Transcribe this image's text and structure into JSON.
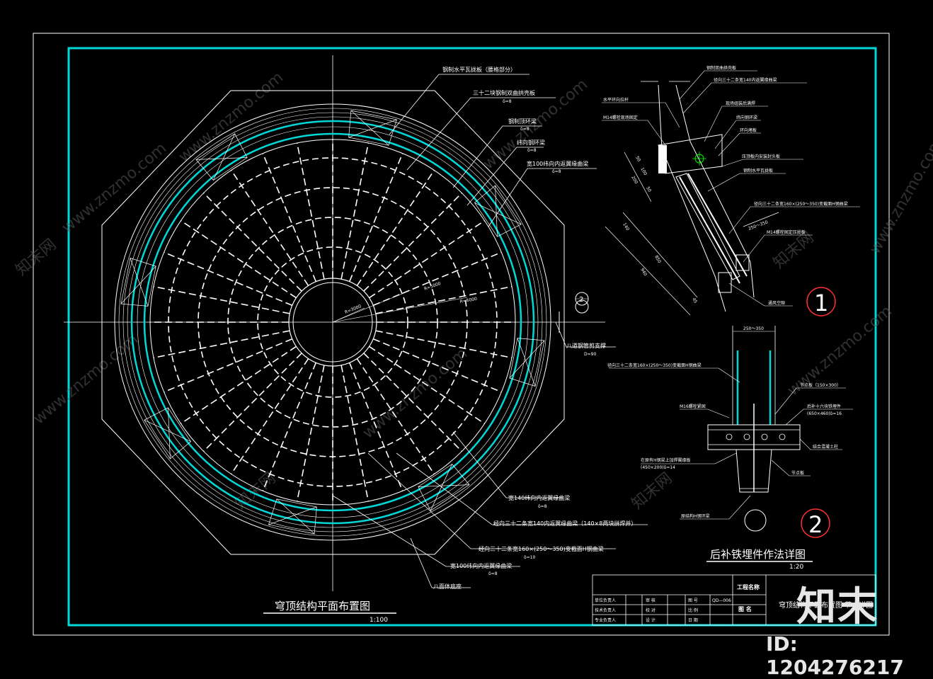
{
  "plan": {
    "title": "穹顶结构平面布置图",
    "scale": "1:100",
    "labels": [
      {
        "text": "钢制水平瓦拢板（腰格部分）",
        "sub": ""
      },
      {
        "text": "三十二块钢制双曲拱壳板",
        "sub": "δ=8"
      },
      {
        "text": "钢制顶环梁",
        "sub": "δ=8"
      },
      {
        "text": "纬向钢环梁",
        "sub": "δ=8"
      },
      {
        "text": "宽100纬向内返翼缘曲梁",
        "sub": "δ=8"
      },
      {
        "text": "八道钢管剪支撑",
        "sub": "D=90"
      },
      {
        "text": "宽140纬向内返翼缘曲梁",
        "sub": "δ=8"
      },
      {
        "text": "经向三十二条宽140内返翼缘曲梁（140×8两块拼焊并）",
        "sub": ""
      },
      {
        "text": "经向三十二条宽160×(250～350)变截面H钢曲梁",
        "sub": "δ=10"
      },
      {
        "text": "宽100纬向内返翼缘曲梁",
        "sub": "δ=8"
      },
      {
        "text": "八面体底座",
        "sub": ""
      }
    ],
    "radii": [
      "R=5000",
      "R=3000",
      "R=6000"
    ],
    "section_mark": "2"
  },
  "detail1": {
    "marker": "1",
    "labels": [
      "钢制双曲拱壳板",
      "径向三十二条宽140内返翼缘曲梁",
      "水平环向拉杆",
      "M14螺栓现场固定",
      "现场组装后满焊",
      "纬向钢环梁",
      "环向堵板",
      "压顶板内安装封头板",
      "钢制水平瓦拢板",
      "径向三十二条宽160×(250～350)变截面H钢曲梁",
      "M14螺栓固定压拢板",
      "通风空隙"
    ],
    "dims": [
      "50",
      "100",
      "200",
      "50",
      "140",
      "850",
      "940",
      "250～350",
      "45"
    ]
  },
  "detail2": {
    "marker": "2",
    "title": "后补铁埋件作法详图",
    "scale": "1:20",
    "top_dim": "250～350",
    "labels": [
      "径向三十二条宽160×(250～350)变截面H钢曲梁",
      "M16螺栓紧固",
      "节点板（150×300）",
      "后补十六块铁埋件",
      "(650×460)δ=16",
      "结合混凝土柱",
      "在原有H钢梁上加焊翼缘板",
      "(450×200)δ=14",
      "节点板",
      "原结构H钢环梁"
    ]
  },
  "title_block": {
    "project_label": "工程名称",
    "drawing_label": "图 名",
    "drawing_name": "穹顶结构平面布置图 节点详图",
    "rows": [
      {
        "role": "单位负责人",
        "check": "审 核",
        "key": "图 号",
        "val": "QD—006"
      },
      {
        "role": "技术负责人",
        "check": "校 对",
        "key": "比 例",
        "val": ""
      },
      {
        "role": "专业负责人",
        "check": "设 计",
        "key": "日 期",
        "val": ""
      }
    ]
  },
  "watermark": {
    "site": "www.znzmo.com",
    "brand": "知末网",
    "logo": "知末",
    "id": "ID: 1204276217"
  },
  "colors": {
    "background": "#000000",
    "frame": "#00d8d8",
    "lines": "#ffffff"
  }
}
